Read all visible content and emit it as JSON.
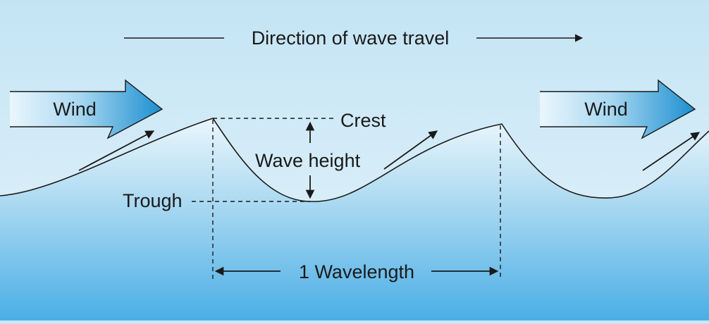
{
  "labels": {
    "direction": "Direction of wave travel",
    "wind_left": "Wind",
    "wind_right": "Wind",
    "crest": "Crest",
    "wave_height": "Wave height",
    "trough": "Trough",
    "wavelength": "1 Wavelength"
  },
  "colors": {
    "sky_top": "#c4e4f4",
    "sky_bottom": "#e4f3fb",
    "water_top": "#e6f4fb",
    "water_bottom": "#4aaee6",
    "wind_arrow_light": "#e9f6fd",
    "wind_arrow_dark": "#1c8fd0",
    "line": "#1a1a1a"
  }
}
